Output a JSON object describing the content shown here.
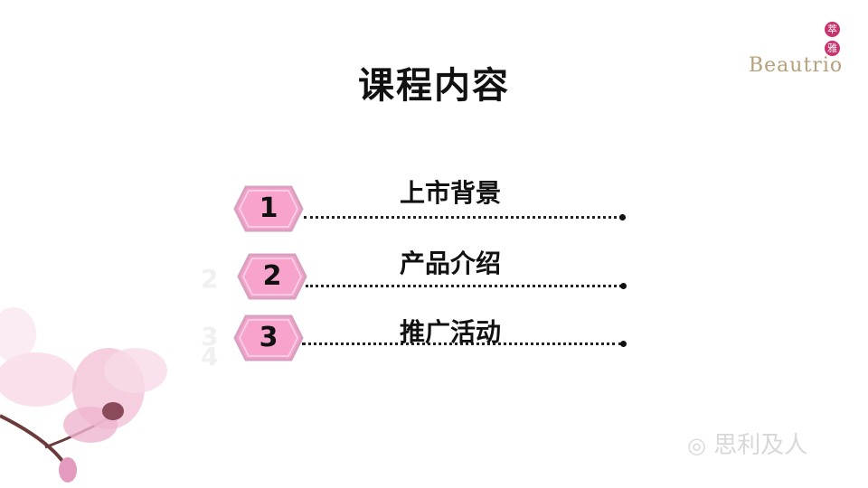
{
  "title": "课程内容",
  "logo": {
    "cn": [
      "萃",
      "雅"
    ],
    "en": "Beautrio"
  },
  "items": [
    {
      "number": "1",
      "label": "上市背景"
    },
    {
      "number": "2",
      "label": "产品介绍"
    },
    {
      "number": "3",
      "label": "推广活动"
    }
  ],
  "watermark": "思利及人",
  "colors": {
    "hex_fill": "#f7a3cc",
    "hex_border": "#d9a0c0",
    "accent": "#c8336e"
  }
}
